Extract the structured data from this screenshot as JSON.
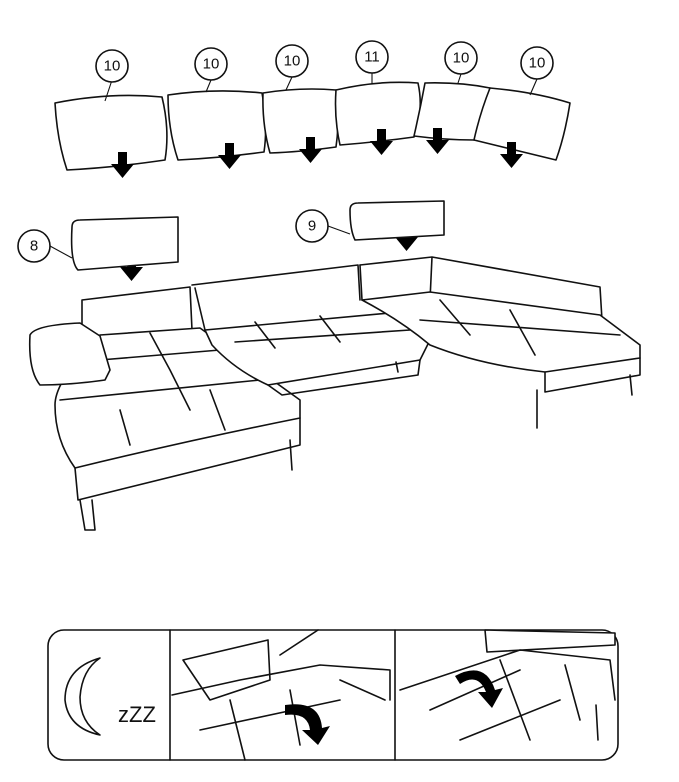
{
  "diagram": {
    "back_cushion_labels": [
      "10",
      "10",
      "10",
      "11",
      "10",
      "10"
    ],
    "headrest_labels": [
      "8",
      "9"
    ],
    "sleep_mode_text": "zZZ",
    "icons": [
      "moon-icon",
      "down-arrow-icon",
      "rotate-arrow-icon"
    ]
  }
}
